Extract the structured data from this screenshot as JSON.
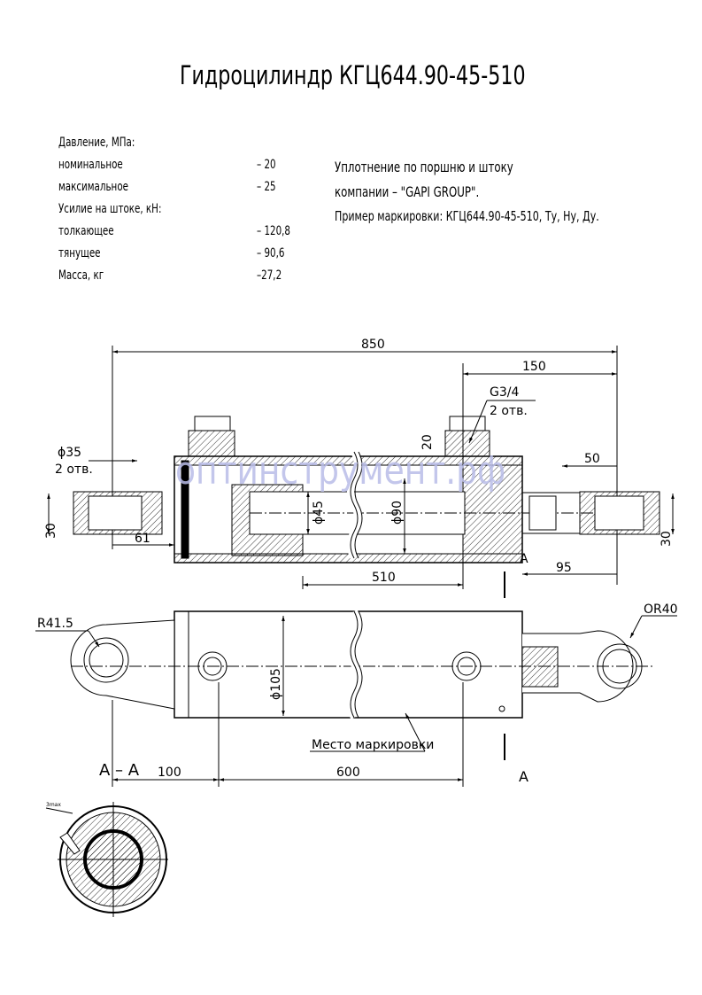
{
  "title": "Гидроцилиндр КГЦ644.90-45-510",
  "specs": {
    "pressure_heading": "Давление, МПа:",
    "rows": [
      {
        "label": "номинальное",
        "value": "– 20"
      },
      {
        "label": "максимальное",
        "value": "– 25"
      }
    ],
    "force_heading": "Усилие на штоке, кН:",
    "force_rows": [
      {
        "label": "толкающее",
        "value": "– 120,8"
      },
      {
        "label": "тянущее",
        "value": "– 90,6"
      }
    ],
    "mass": {
      "label": "Масса, кг",
      "value": "–27,2"
    }
  },
  "notes": {
    "line1": "Уплотнение по поршню и штоку",
    "line2": "компании – \"GAPI GROUP\".",
    "line3": "Пример маркировки: КГЦ644.90-45-510, Ту, Ну, Ду."
  },
  "watermark": "оптинструмент.рф",
  "dimensions": {
    "overall": "850",
    "port_offset": "150",
    "port_thread": "G3/4",
    "port_count": "2 отв.",
    "port_height": "20",
    "hole_dia": "ϕ35",
    "hole_count": "2 отв.",
    "eye_width_left": "30",
    "eye_width_right": "30",
    "left_offset": "61",
    "rod_dia": "ϕ45",
    "bore_dia": "ϕ90",
    "stroke": "510",
    "right_eye": "50",
    "right_offset": "95",
    "radius_left": "R41.5",
    "radius_right": "OR40",
    "body_dia": "ϕ105",
    "marking_place": "Место маркировки",
    "dist_100": "100",
    "dist_600": "600",
    "section_mark": "A",
    "section_title": "A – A",
    "gap": "3max"
  }
}
